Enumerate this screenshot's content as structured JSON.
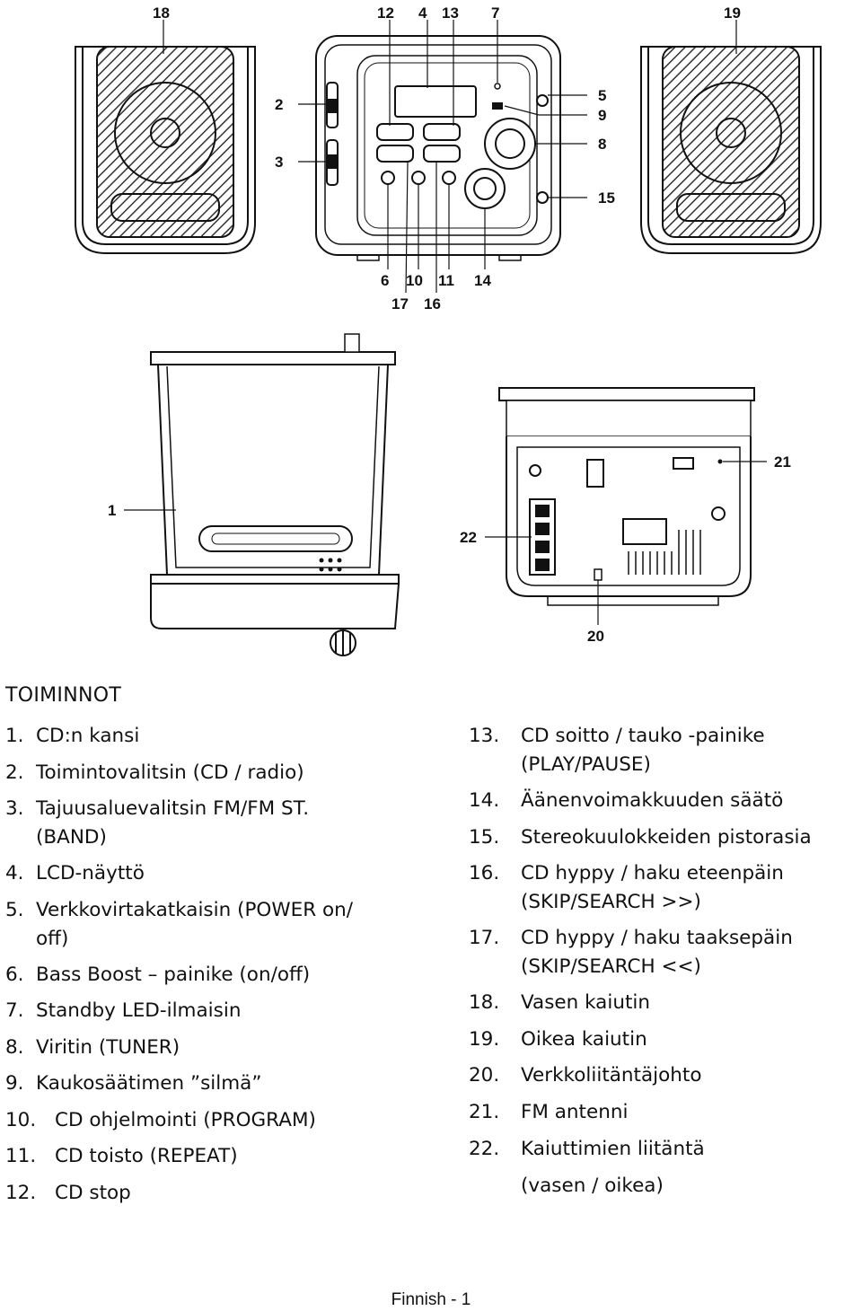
{
  "callouts": {
    "c1": "1",
    "c2": "2",
    "c3": "3",
    "c4": "4",
    "c5": "5",
    "c6": "6",
    "c7": "7",
    "c8": "8",
    "c9": "9",
    "c10": "10",
    "c11": "11",
    "c12": "12",
    "c13": "13",
    "c14": "14",
    "c15": "15",
    "c16": "16",
    "c17": "17",
    "c18": "18",
    "c19": "19",
    "c20": "20",
    "c21": "21",
    "c22": "22"
  },
  "heading": "TOIMINNOT",
  "left_items": [
    {
      "num": "1.",
      "text": "CD:n kansi"
    },
    {
      "num": "2.",
      "text": "Toimintovalitsin (CD / radio)"
    },
    {
      "num": "3.",
      "text": "Tajuusaluevalitsin FM/FM ST.\n(BAND)"
    },
    {
      "num": "4.",
      "text": "LCD-näyttö"
    },
    {
      "num": "5.",
      "text": "Verkkovirtakatkaisin (POWER on/\noff)"
    },
    {
      "num": "6.",
      "text": "Bass Boost – painike (on/off)"
    },
    {
      "num": "7.",
      "text": "Standby LED-ilmaisin"
    },
    {
      "num": "8.",
      "text": "Viritin (TUNER)"
    },
    {
      "num": "9.",
      "text": "Kaukosäätimen ”silmä”"
    },
    {
      "num": "10.",
      "text": "CD ohjelmointi (PROGRAM)"
    },
    {
      "num": "11.",
      "text": "CD toisto (REPEAT)"
    },
    {
      "num": "12.",
      "text": "CD stop"
    }
  ],
  "right_items": [
    {
      "num": "13.",
      "text": "CD soitto / tauko -painike\n(PLAY/PAUSE)"
    },
    {
      "num": "14.",
      "text": "Äänenvoimakkuuden säätö"
    },
    {
      "num": "15.",
      "text": "Stereokuulokkeiden pistorasia"
    },
    {
      "num": "16.",
      "text": "CD hyppy / haku eteenpäin\n(SKIP/SEARCH >>)"
    },
    {
      "num": "17.",
      "text": "CD hyppy / haku taaksepäin\n(SKIP/SEARCH <<)"
    },
    {
      "num": "18.",
      "text": "Vasen kaiutin"
    },
    {
      "num": "19.",
      "text": "Oikea kaiutin"
    },
    {
      "num": "20.",
      "text": "Verkkoliitäntäjohto"
    },
    {
      "num": "21.",
      "text": "FM antenni"
    },
    {
      "num": "22.",
      "text": "Kaiuttimien liitäntä\n(vasen / oikea)"
    }
  ],
  "footer": "Finnish - 1"
}
